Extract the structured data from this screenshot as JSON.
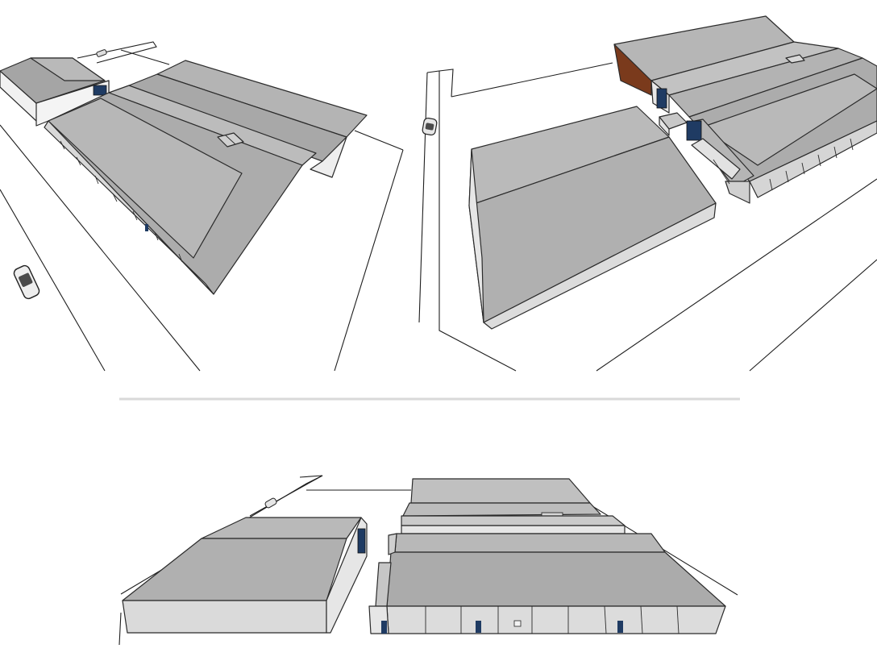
{
  "colors": {
    "background": "#ffffff",
    "roof_light": "#c8c8c8",
    "roof_mid": "#b3b3b3",
    "roof_dark": "#9a9a9a",
    "wall_light": "#ececec",
    "wall_mid": "#d6d6d6",
    "door_blue": "#1f3b63",
    "brick_wall": "#7a3a1c",
    "line": "#2b2b2b",
    "divider": "#d9d9d9"
  },
  "views": [
    {
      "name": "view-top-left",
      "description_visible": false
    },
    {
      "name": "view-top-right",
      "description_visible": false
    },
    {
      "name": "view-bottom",
      "description_visible": false
    }
  ],
  "icons": [
    "car-icon"
  ]
}
